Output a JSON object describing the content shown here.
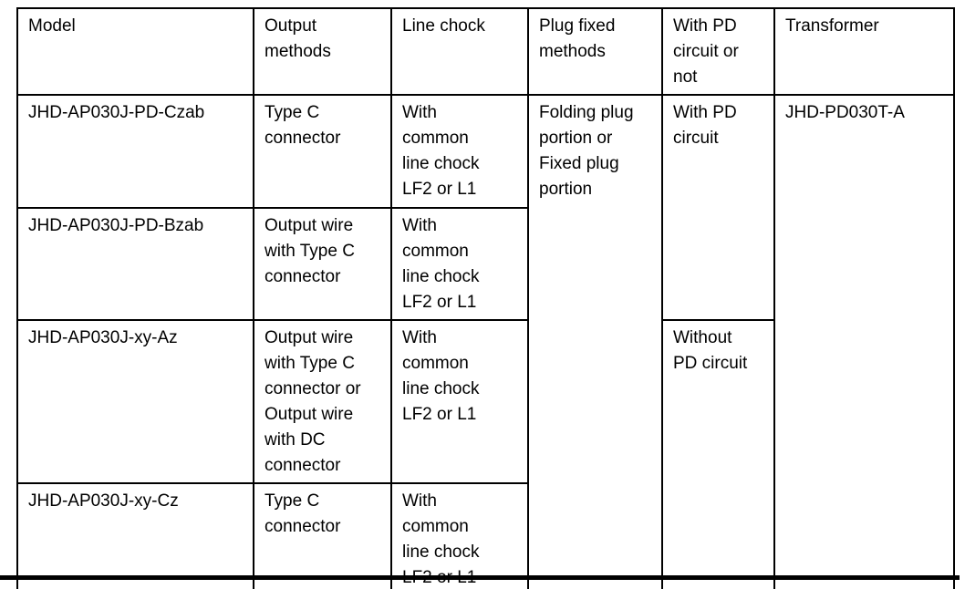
{
  "document": {
    "table": {
      "columns": [
        "Model",
        "Output methods",
        "Line chock",
        "Plug fixed methods",
        "With PD circuit or not",
        "Transformer"
      ],
      "rows": [
        {
          "model": "JHD-AP030J-PD-Czab",
          "output_method": "Type C connector",
          "line_chock": "With common line chock LF2 or L1"
        },
        {
          "model": "JHD-AP030J-PD-Bzab",
          "output_method": "Output wire with Type C connector",
          "line_chock": "With common line chock LF2 or L1"
        },
        {
          "model": "JHD-AP030J-xy-Az",
          "output_method": "Output wire with Type C connector or Output wire with DC connector",
          "line_chock": "With common line chock LF2 or L1"
        },
        {
          "model": "JHD-AP030J-xy-Cz",
          "output_method": "Type C connector",
          "line_chock": "With common line chock LF2 or L1"
        }
      ],
      "plug_fixed_methods": "Folding plug portion or Fixed plug portion",
      "pd_circuit_with": "With PD circuit",
      "pd_circuit_without": "Without PD circuit",
      "transformer": "JHD-PD030T-A"
    },
    "colors": {
      "border": "#000000",
      "text": "#000000",
      "background": "#ffffff"
    }
  }
}
